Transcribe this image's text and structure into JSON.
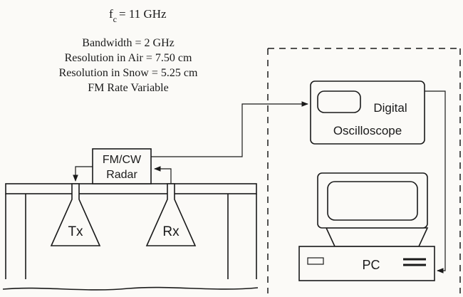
{
  "specs": {
    "fc_symbol": "f",
    "fc_subscript": "c",
    "fc_value": "= 11 GHz",
    "bandwidth": "Bandwidth = 2 GHz",
    "res_air": "Resolution in Air = 7.50 cm",
    "res_snow": "Resolution in Snow = 5.25 cm",
    "fm_rate": "FM Rate Variable"
  },
  "radar": {
    "line1": "FM/CW",
    "line2": "Radar"
  },
  "antennas": {
    "tx": "Tx",
    "rx": "Rx"
  },
  "oscilloscope": {
    "line1": "Digital",
    "line2": "Oscilloscope"
  },
  "pc": {
    "label": "PC"
  }
}
